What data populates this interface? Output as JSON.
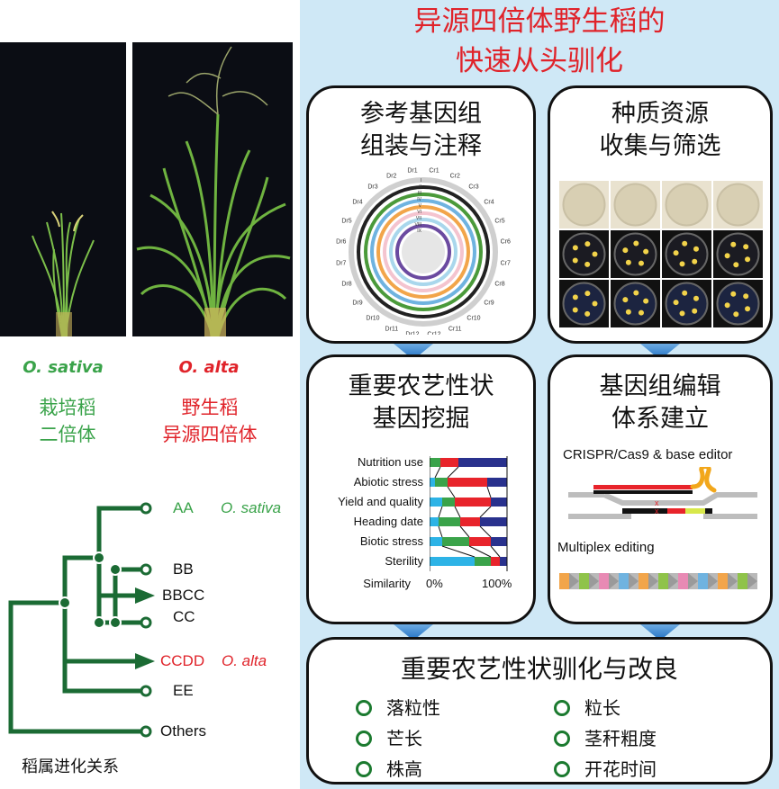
{
  "title_lines": [
    "异源四倍体野生稻的",
    "快速从头驯化"
  ],
  "left": {
    "sativa": {
      "latin": "O. sativa",
      "cn1": "栽培稻",
      "cn2": "二倍体"
    },
    "alta": {
      "latin": "O. alta",
      "cn1": "野生稻",
      "cn2": "异源四倍体"
    },
    "tree": {
      "labels": {
        "aa": "AA",
        "aa_species": "O. sativa",
        "bb": "BB",
        "bbcc": "BBCC",
        "cc": "CC",
        "ccdd": "CCDD",
        "ccdd_species": "O. alta",
        "ee": "EE",
        "others": "Others"
      },
      "caption": "稻属进化关系"
    }
  },
  "boxes": {
    "genome": {
      "line1": "参考基因组",
      "line2": "组装与注释",
      "circos": {
        "labels_c": [
          "Cr1",
          "Cr2",
          "Cr3",
          "Cr4",
          "Cr5",
          "Cr6",
          "Cr7",
          "Cr8",
          "Cr9",
          "Cr10",
          "Cr11",
          "Cr12"
        ],
        "labels_d": [
          "Dr1",
          "Dr2",
          "Dr3",
          "Dr4",
          "Dr5",
          "Dr6",
          "Dr7",
          "Dr8",
          "Dr9",
          "Dr10",
          "Dr11",
          "Dr12"
        ],
        "tracks": [
          "I",
          "II",
          "III",
          "IV",
          "V",
          "VI",
          "VII",
          "VIII",
          "IX"
        ]
      }
    },
    "germplasm": {
      "line1": "种质资源",
      "line2": "收集与筛选"
    },
    "traits": {
      "line1": "重要农艺性状",
      "line2": "基因挖掘",
      "chart_labels": [
        "Nutrition use",
        "Abiotic stress",
        "Yield and quality",
        "Heading date",
        "Biotic stress",
        "Sterility"
      ],
      "similarity_label": "Similarity",
      "tick_0": "0%",
      "tick_100": "100%"
    },
    "editing": {
      "line1": "基因组编辑",
      "line2": "体系建立",
      "crispr": "CRISPR/Cas9 & base editor",
      "multiplex": "Multiplex editing"
    },
    "domestication": {
      "title": "重要农艺性状驯化与改良",
      "traits": [
        "落粒性",
        "芒长",
        "株高",
        "粒长",
        "茎秆粗度",
        "开花时间"
      ]
    }
  },
  "colors": {
    "title_red": "#e0232a",
    "green": "#3aa34a",
    "tree_green": "#1b6b34",
    "arrow_blue": "#2e7fd1",
    "bar_green": "#3aa34a",
    "bar_red": "#e8242b",
    "bar_navy": "#29318d",
    "bar_cyan": "#2db3e6"
  }
}
